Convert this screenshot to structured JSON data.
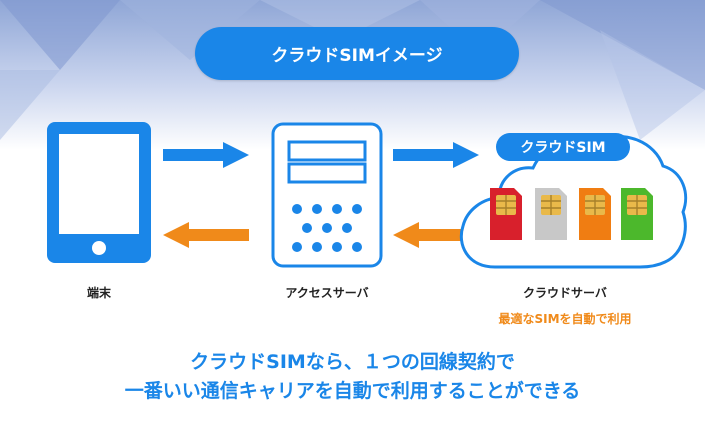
{
  "title": "クラウドSIMイメージ",
  "nodes": {
    "device": {
      "label": "端末"
    },
    "access_server": {
      "label": "アクセスサーバ"
    },
    "cloud_server": {
      "label": "クラウドサーバ",
      "sublabel": "最適なSIMを自動で利用",
      "badge": "クラウドSIM"
    }
  },
  "caption": {
    "line1": "クラウドSIMなら、１つの回線契約で",
    "line2": "一番いい通信キャリアを自動で利用することができる"
  },
  "colors": {
    "blue": "#1a86e8",
    "orange": "#f08a1a",
    "sim_red": "#d8202c",
    "sim_gray": "#c8c8c8",
    "sim_orange": "#f07d12",
    "sim_green": "#4cb82c"
  },
  "icons": [
    "tablet-icon",
    "server-icon",
    "cloud-icon",
    "sim-card-icon",
    "arrow-right-icon",
    "arrow-left-icon"
  ]
}
